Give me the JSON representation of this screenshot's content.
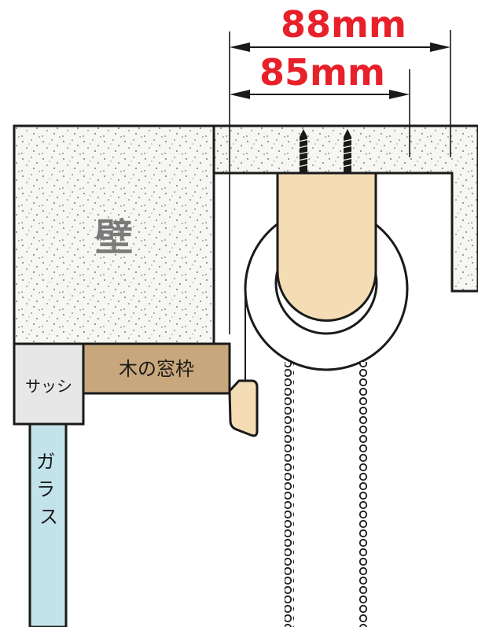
{
  "dimensions": {
    "outer": "88mm",
    "inner": "85mm"
  },
  "labels": {
    "wall": "壁",
    "sash": "サッシ",
    "wood_frame": "木の窓枠",
    "glass": "ガラス"
  },
  "colors": {
    "dimension_text": "#e8202a",
    "concrete_fill": "#f6f6f2",
    "wood_frame": "#c9a77c",
    "bracket": "#f4ddb5",
    "glass": "#c3e3ea",
    "sash_fill": "#e7e7e7",
    "outline": "#1a1a1a"
  }
}
